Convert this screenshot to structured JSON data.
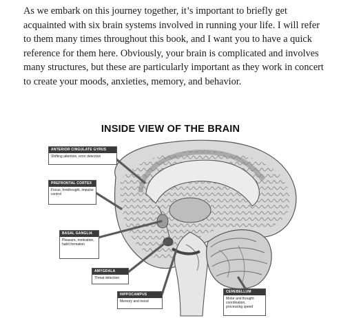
{
  "body_text": "As we embark on this journey together, it’s important to briefly get acquainted with six brain systems involved in running your life. I will refer to them many times throughout this book, and I want you to have a quick reference for them here. Obviously, your brain is complicated and involves many structures, but these are particularly important as they work in concert to create your moods, anxieties, memory, and behavior.",
  "figure": {
    "title": "INSIDE VIEW OF THE BRAIN",
    "labels": [
      {
        "id": "acg",
        "name": "ANTERIOR CINGULATE GYRUS",
        "desc": "Shifting attention, error detection"
      },
      {
        "id": "pfc",
        "name": "PREFRONTAL CORTEX",
        "desc": "Focus, forethought, impulse control"
      },
      {
        "id": "bg",
        "name": "BASAL GANGLIA",
        "desc": "Pleasure, motivation, habit formation"
      },
      {
        "id": "amy",
        "name": "AMYGDALA",
        "desc": "Threat detection"
      },
      {
        "id": "hip",
        "name": "HIPPOCAMPUS",
        "desc": "Memory and mood"
      },
      {
        "id": "cer",
        "name": "CEREBELLUM",
        "desc": "Motor and thought coordination, processing speed"
      }
    ]
  }
}
